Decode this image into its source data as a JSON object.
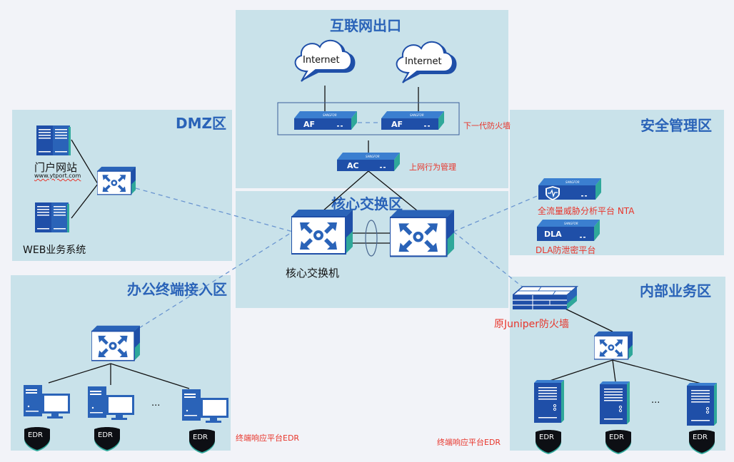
{
  "diagram": {
    "zones": {
      "internet": "互联网出口",
      "core": "核心交换区",
      "dmz": "DMZ区",
      "security": "安全管理区",
      "office": "办公终端接入区",
      "internal": "内部业务区"
    },
    "internet": {
      "clouds": [
        "Internet",
        "Internet"
      ],
      "firewalls": [
        "AF",
        "AF"
      ],
      "firewall_label": "下一代防火墙",
      "ac": "AC",
      "ac_label": "上网行为管理",
      "brand": "SANGFOR"
    },
    "core": {
      "switch_label": "核心交换机"
    },
    "dmz": {
      "portal_label": "门户网站",
      "portal_url": "www.ytport.com",
      "web_label": "WEB业务系统"
    },
    "security": {
      "nta_label": "全流量威胁分析平台 NTA",
      "dla_device": "DLA",
      "dla_label": "DLA防泄密平台"
    },
    "office": {
      "ellipsis": "...",
      "edr_badges": [
        "EDR",
        "EDR",
        "EDR"
      ],
      "edr_label": "终端响应平台EDR"
    },
    "internal": {
      "firewall_label": "原Juniper防火墙",
      "ellipsis": "...",
      "edr_badges": [
        "EDR",
        "EDR",
        "EDR"
      ],
      "edr_label": "终端响应平台EDR"
    },
    "colors": {
      "zone_bg": "#c9e2ea",
      "page_bg": "#f2f3f8",
      "title_blue": "#2a63b8",
      "device_blue": "#1f4fa8",
      "accent_teal": "#2fa89a",
      "label_red": "#e8352b",
      "link_dash": "#6a95d0"
    }
  }
}
